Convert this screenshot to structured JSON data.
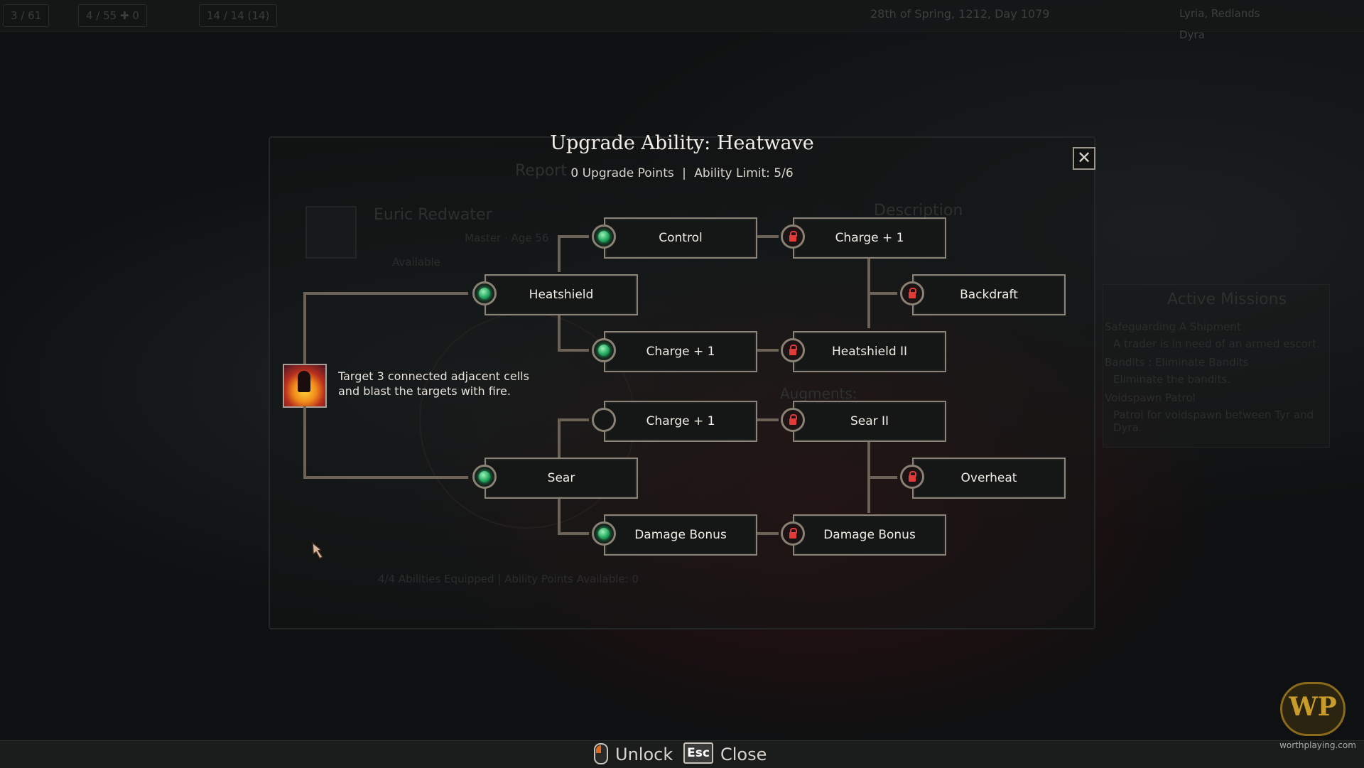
{
  "background": {
    "top_stats": [
      "3 / 61",
      "4 / 55  ✚ 0",
      "14 / 14 (14)"
    ],
    "date": "28th of Spring, 1212, Day 1079",
    "location": "Lyria, Redlands",
    "destination": "Dyra",
    "report_tab": "Report",
    "character_name": "Euric Redwater",
    "character_rank": "Master · Age 56",
    "character_status": "Available",
    "description_header": "Description",
    "augments_header": "Augments:",
    "abilities_footer": "4/4 Abilities Equipped | Ability Points Available: 0",
    "active_missions_header": "Active Missions",
    "missions": [
      "Safeguarding A Shipment",
      "A trader is in need of an armed escort.",
      "Bandits : Eliminate Bandits",
      "Eliminate the bandits.",
      "Voidspawn Patrol",
      "Patrol for voidspawn between Tyr and Dyra."
    ]
  },
  "dialog": {
    "title": "Upgrade Ability: Heatwave",
    "upgrade_points": "0 Upgrade Points",
    "separator": "|",
    "ability_limit": "Ability Limit: 5/6",
    "close_icon": "close-x-icon"
  },
  "ability": {
    "icon": "heatwave-fire-icon",
    "description": "Target 3 connected adjacent cells and blast the targets with fire."
  },
  "tree": {
    "heatshield": {
      "label": "Heatshield",
      "state": "unlocked"
    },
    "control": {
      "label": "Control",
      "state": "unlocked"
    },
    "charge_top": {
      "label": "Charge + 1",
      "state": "unlocked"
    },
    "charge_locked_top": {
      "label": "Charge + 1",
      "state": "locked"
    },
    "backdraft": {
      "label": "Backdraft",
      "state": "locked"
    },
    "heatshield_ii": {
      "label": "Heatshield II",
      "state": "locked"
    },
    "sear": {
      "label": "Sear",
      "state": "unlocked"
    },
    "charge_mid": {
      "label": "Charge + 1",
      "state": "available"
    },
    "damage_bonus_left": {
      "label": "Damage Bonus",
      "state": "unlocked"
    },
    "sear_ii": {
      "label": "Sear II",
      "state": "locked"
    },
    "overheat": {
      "label": "Overheat",
      "state": "locked"
    },
    "damage_bonus_right": {
      "label": "Damage Bonus",
      "state": "locked"
    }
  },
  "footer": {
    "unlock_label": "Unlock",
    "esc_key": "Esc",
    "close_label": "Close"
  },
  "watermark": {
    "logo": "WP",
    "url": "worthplaying.com"
  }
}
